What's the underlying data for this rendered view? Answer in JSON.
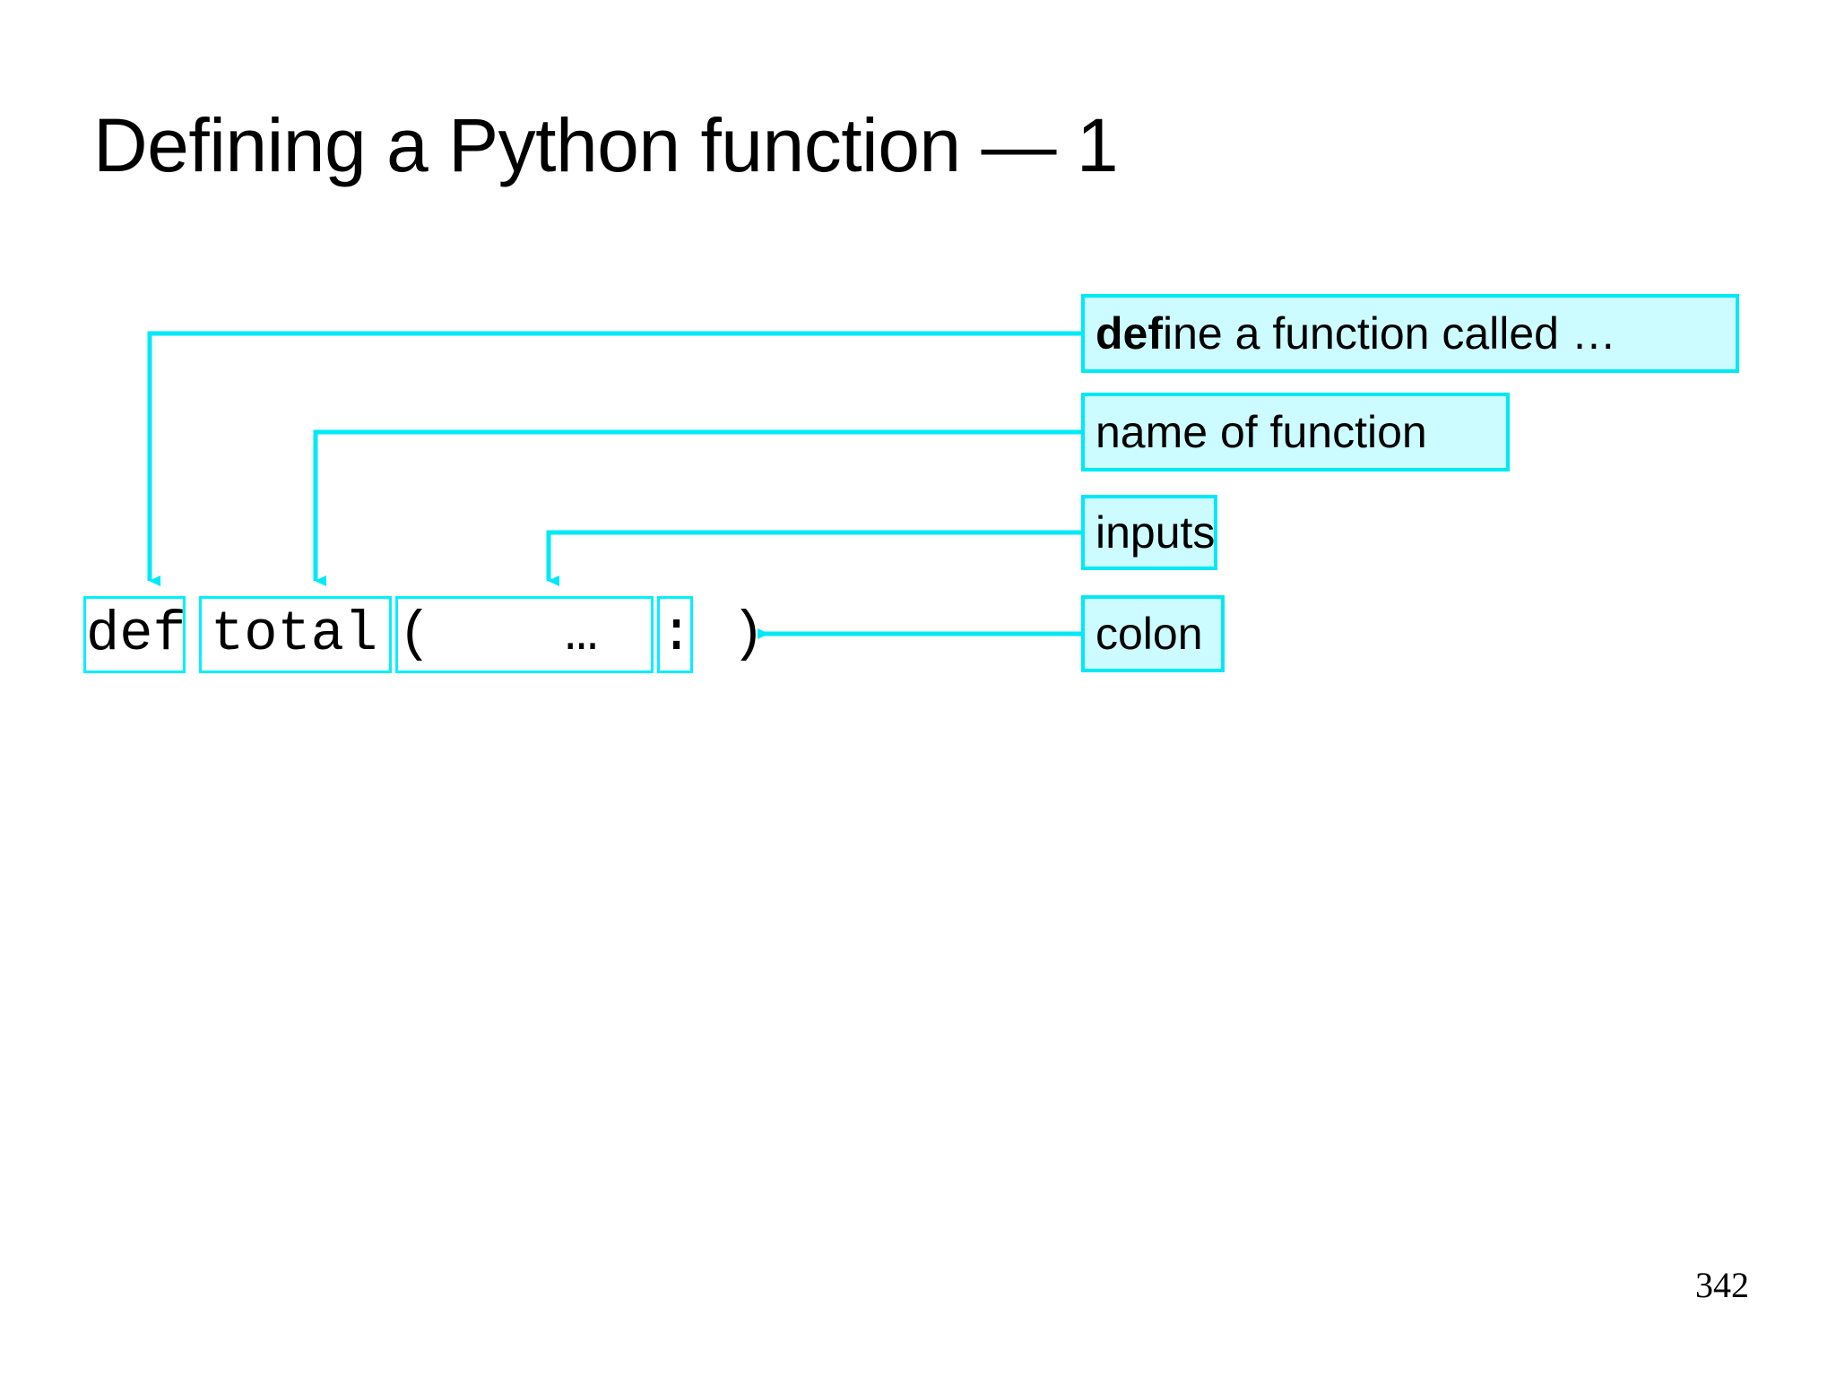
{
  "slide": {
    "title": "Defining a Python function — 1",
    "page_number": "342",
    "background_color": "#ffffff",
    "accent_color": "#00e9f7",
    "label_fill_color": "#ccfcff"
  },
  "code_line": {
    "full_text": "def total(    …    ):",
    "tokens": [
      {
        "id": "def",
        "text": "def"
      },
      {
        "id": "name",
        "text": "total"
      },
      {
        "id": "args",
        "text": "(    …    )"
      },
      {
        "id": "colon",
        "text": ":"
      }
    ]
  },
  "annotations": [
    {
      "id": "define",
      "text": "define a function called …",
      "bold_prefix": "def",
      "rest": "ine a function called …",
      "points_to": "def"
    },
    {
      "id": "name",
      "text": "name of function",
      "points_to": "total"
    },
    {
      "id": "inputs",
      "text": "inputs",
      "points_to": "(    …    )"
    },
    {
      "id": "colon",
      "text": "colon",
      "points_to": ":"
    }
  ]
}
